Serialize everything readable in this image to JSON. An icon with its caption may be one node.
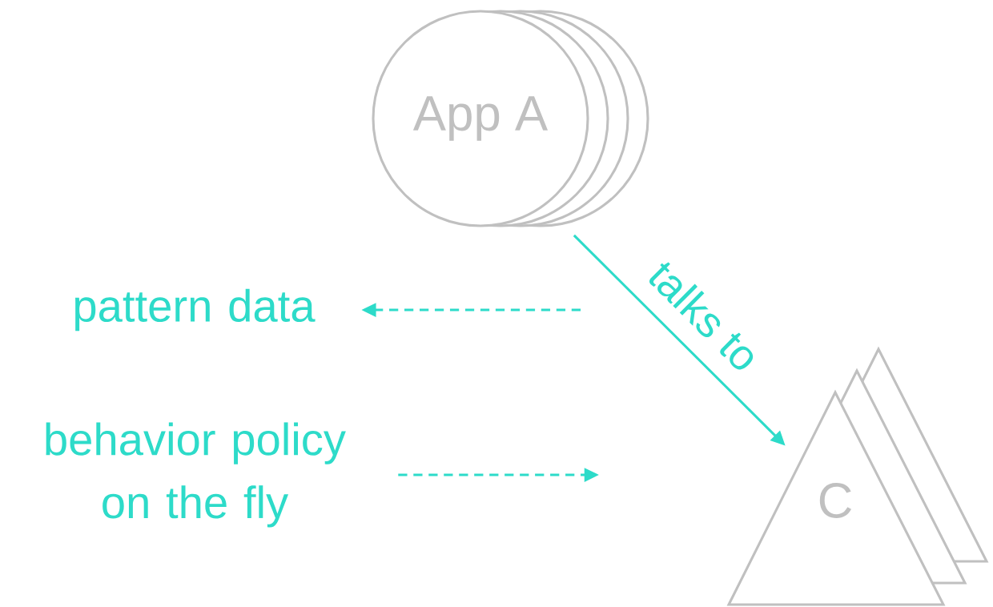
{
  "diagram": {
    "nodes": [
      {
        "text": [
          "App A"
        ]
      },
      {
        "text": [
          "C"
        ]
      },
      {
        "text": [
          "pattern data"
        ]
      },
      {
        "text": [
          "behavior policy on the fly"
        ]
      }
    ],
    "edges": [
      {
        "from": 0,
        "to": 1,
        "arrow": "to",
        "label": "talks to"
      },
      {
        "from": null,
        "to": 2,
        "arrow": "to",
        "style": "dashed"
      },
      {
        "from": 3,
        "to": null,
        "arrow": "to",
        "style": "dashed"
      }
    ]
  }
}
